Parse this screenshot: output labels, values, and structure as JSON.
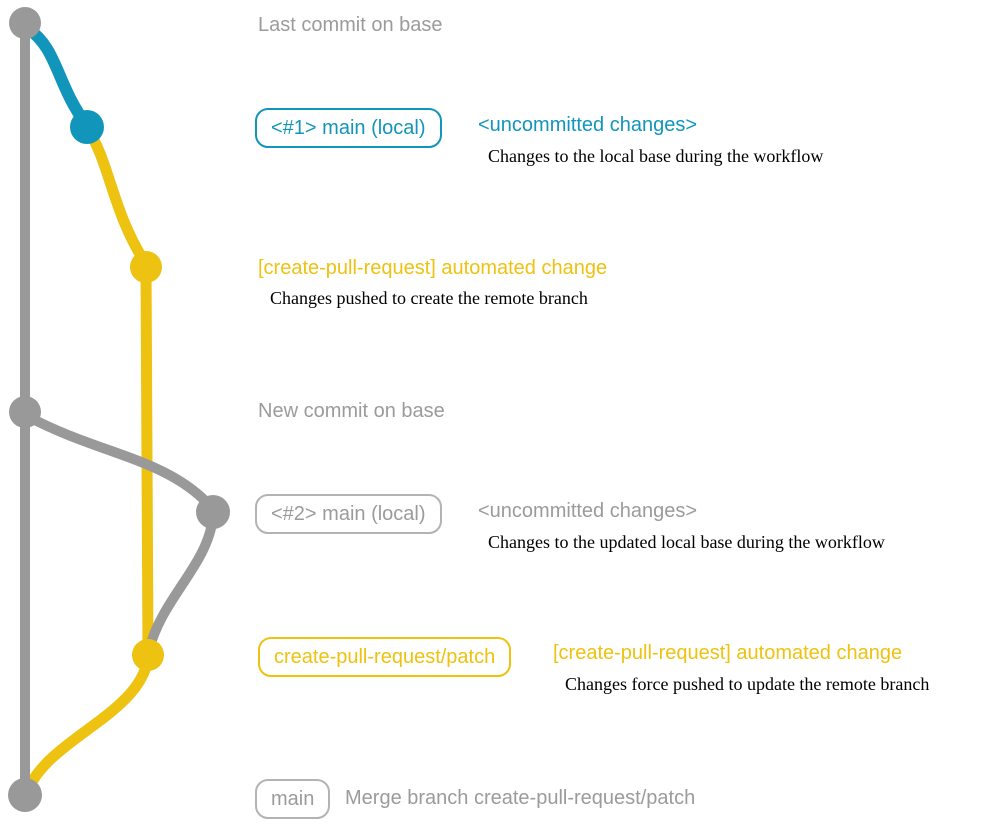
{
  "colors": {
    "blue": "#1295bb",
    "yellow": "#edc211",
    "gray": "#999999",
    "gray_text": "#9b9b9b",
    "gray_border": "#b3b3b3",
    "black": "#000000"
  },
  "labels": {
    "last_commit": "Last commit on base",
    "branch1_badge": "<#1> main (local)",
    "branch1_status": "<uncommitted changes>",
    "branch1_desc": "Changes to the local base during the workflow",
    "push1_label": "[create-pull-request] automated change",
    "push1_desc": "Changes pushed to create the remote branch",
    "new_commit": "New commit on base",
    "branch2_badge": "<#2> main (local)",
    "branch2_status": "<uncommitted changes>",
    "branch2_desc": "Changes to the updated local base during the workflow",
    "patch_badge": "create-pull-request/patch",
    "push2_label": "[create-pull-request] automated change",
    "push2_desc": "Changes force pushed to update the remote branch",
    "main_badge": "main",
    "merge_label": "Merge branch create-pull-request/patch"
  }
}
